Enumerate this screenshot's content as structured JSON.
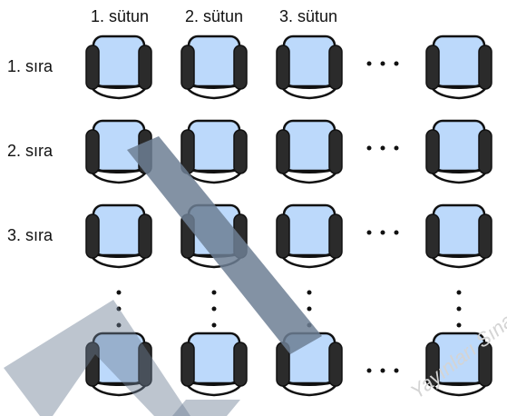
{
  "columns": [
    "1. sütun",
    "2. sütun",
    "3. sütun"
  ],
  "rows": [
    "1. sıra",
    "2. sıra",
    "3. sıra"
  ],
  "grid": {
    "visible_rows": 4,
    "visible_columns": 4
  },
  "watermark": "Yayınları Sınavsızın",
  "colors": {
    "seat_fill": "#bcd9fb",
    "armrest": "#2b2b2b",
    "outline": "#111111",
    "dots": "#111111",
    "stripe": "#6d7f94"
  }
}
